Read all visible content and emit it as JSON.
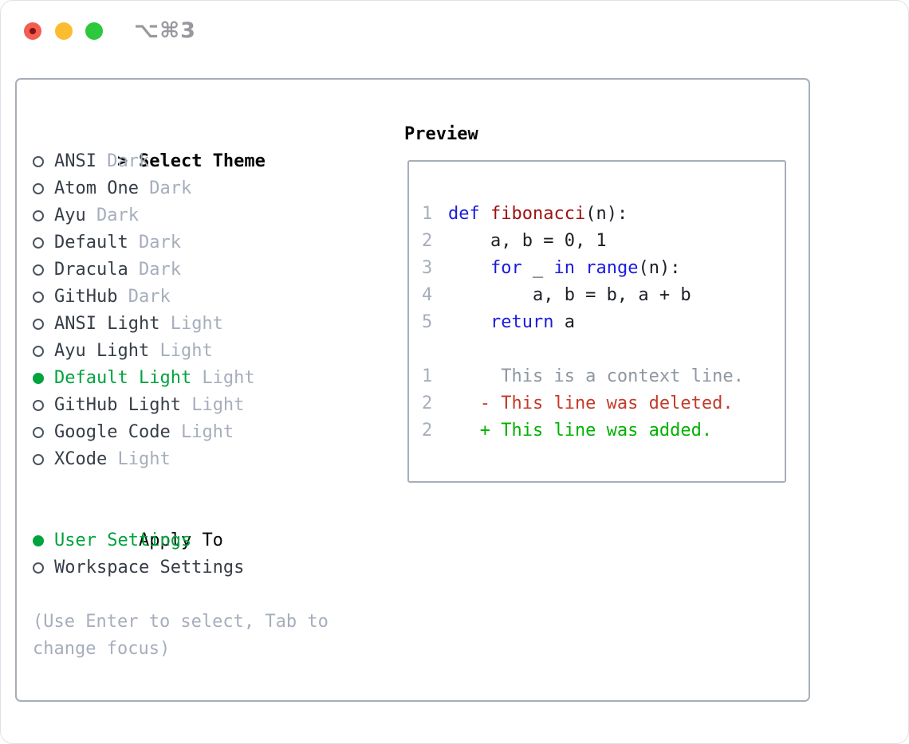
{
  "window": {
    "title": "⌥⌘3"
  },
  "colors": {
    "traffic_red": "#f45d52",
    "traffic_yellow": "#fcbc2f",
    "traffic_green": "#2cc83e",
    "selected_green": "#00a33e",
    "keyword_blue": "#1b1bdd",
    "function_red": "#9e1111",
    "deleted_red": "#c43a28",
    "added_green": "#00b200",
    "context_gray": "#8f97a1",
    "muted_gray": "#a6aebc",
    "border_gray": "#a7aeb8"
  },
  "theme_selector": {
    "header_prefix": ">",
    "header": "Select Theme",
    "items": [
      {
        "name": "ANSI",
        "variant": "Dark",
        "selected": false
      },
      {
        "name": "Atom One",
        "variant": "Dark",
        "selected": false
      },
      {
        "name": "Ayu",
        "variant": "Dark",
        "selected": false
      },
      {
        "name": "Default",
        "variant": "Dark",
        "selected": false
      },
      {
        "name": "Dracula",
        "variant": "Dark",
        "selected": false
      },
      {
        "name": "GitHub",
        "variant": "Dark",
        "selected": false
      },
      {
        "name": "ANSI Light",
        "variant": "Light",
        "selected": false
      },
      {
        "name": "Ayu Light",
        "variant": "Light",
        "selected": false
      },
      {
        "name": "Default Light",
        "variant": "Light",
        "selected": true
      },
      {
        "name": "GitHub Light",
        "variant": "Light",
        "selected": false
      },
      {
        "name": "Google Code",
        "variant": "Light",
        "selected": false
      },
      {
        "name": "XCode",
        "variant": "Light",
        "selected": false
      }
    ]
  },
  "apply_to": {
    "header": "Apply To",
    "options": [
      {
        "label": "User Settings",
        "selected": true
      },
      {
        "label": "Workspace Settings",
        "selected": false
      }
    ]
  },
  "hint": "(Use Enter to select, Tab to change focus)",
  "preview": {
    "header": "Preview",
    "code_lines": [
      {
        "number": "1",
        "tokens": [
          {
            "t": "def",
            "c": "kw"
          },
          {
            "t": " ",
            "c": "plain"
          },
          {
            "t": "fibonacci",
            "c": "fn"
          },
          {
            "t": "(n):",
            "c": "plain"
          }
        ]
      },
      {
        "number": "2",
        "tokens": [
          {
            "t": "    a, b = 0, 1",
            "c": "plain"
          }
        ]
      },
      {
        "number": "3",
        "tokens": [
          {
            "t": "    ",
            "c": "plain"
          },
          {
            "t": "for",
            "c": "kw"
          },
          {
            "t": " _ ",
            "c": "plain"
          },
          {
            "t": "in",
            "c": "kw"
          },
          {
            "t": " ",
            "c": "plain"
          },
          {
            "t": "range",
            "c": "kw"
          },
          {
            "t": "(n):",
            "c": "plain"
          }
        ]
      },
      {
        "number": "4",
        "tokens": [
          {
            "t": "        a, b = b, a + b",
            "c": "plain"
          }
        ]
      },
      {
        "number": "5",
        "tokens": [
          {
            "t": "    ",
            "c": "plain"
          },
          {
            "t": "return",
            "c": "kw"
          },
          {
            "t": " a",
            "c": "plain"
          }
        ]
      }
    ],
    "diff_lines": [
      {
        "number": "1",
        "tokens": [
          {
            "t": "     This is a context line.",
            "c": "ctx"
          }
        ]
      },
      {
        "number": "2",
        "tokens": [
          {
            "t": "   - This line was deleted.",
            "c": "del"
          }
        ]
      },
      {
        "number": "2",
        "tokens": [
          {
            "t": "   + This line was added.",
            "c": "add"
          }
        ]
      }
    ]
  }
}
